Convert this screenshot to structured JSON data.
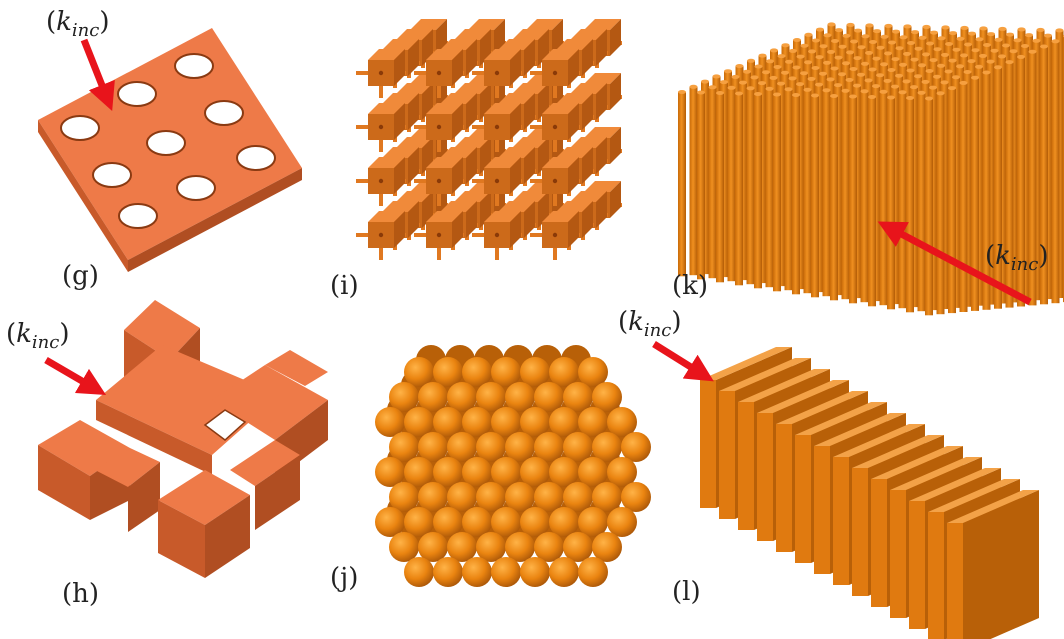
{
  "panels": [
    {
      "id": "g",
      "label": "(g)"
    },
    {
      "id": "h",
      "label": "(h)"
    },
    {
      "id": "i",
      "label": "(i)"
    },
    {
      "id": "j",
      "label": "(j)"
    },
    {
      "id": "k",
      "label": "(k)"
    },
    {
      "id": "l",
      "label": "(l)"
    }
  ],
  "incidence_label": {
    "k": "k",
    "sub": "inc"
  },
  "colors": {
    "top": "#ee7a48",
    "side_left": "#c85a2a",
    "side_right": "#b04e22",
    "rod_orange": "#e6820e",
    "rod_dark": "#b86008",
    "arrow": "#e8141b"
  }
}
